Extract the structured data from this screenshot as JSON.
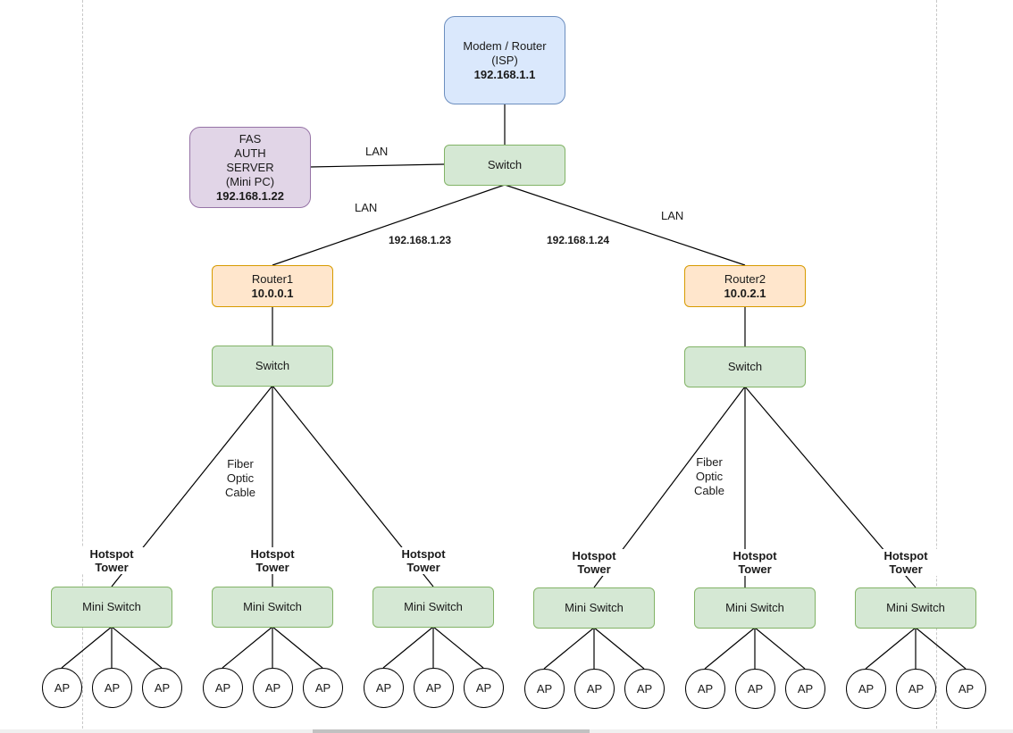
{
  "nodes": {
    "modem": {
      "line1": "Modem / Router",
      "line2": "(ISP)",
      "ip": "192.168.1.1"
    },
    "fas": {
      "line1": "FAS",
      "line2": "AUTH",
      "line3": "SERVER",
      "line4": "(Mini PC)",
      "ip": "192.168.1.22"
    },
    "core_switch": "Switch",
    "router1": {
      "name": "Router1",
      "ip": "10.0.0.1"
    },
    "router2": {
      "name": "Router2",
      "ip": "10.0.2.1"
    },
    "switch_left": "Switch",
    "switch_right": "Switch",
    "mini_switches": [
      "Mini Switch",
      "Mini Switch",
      "Mini Switch",
      "Mini Switch",
      "Mini Switch",
      "Mini Switch"
    ],
    "ap": "AP"
  },
  "edge_labels": {
    "lan_fas": "LAN",
    "lan_left": "LAN",
    "lan_right": "LAN",
    "ip_left": "192.168.1.23",
    "ip_right": "192.168.1.24",
    "fiber_left": {
      "l1": "Fiber",
      "l2": "Optic",
      "l3": "Cable"
    },
    "fiber_right": {
      "l1": "Fiber",
      "l2": "Optic",
      "l3": "Cable"
    },
    "tower": {
      "l1": "Hotspot",
      "l2": "Tower"
    }
  },
  "colors": {
    "switch_fill": "#d5e8d4",
    "modem_fill": "#dae8fc",
    "server_fill": "#e1d5e7",
    "router_fill": "#ffe6cc"
  }
}
